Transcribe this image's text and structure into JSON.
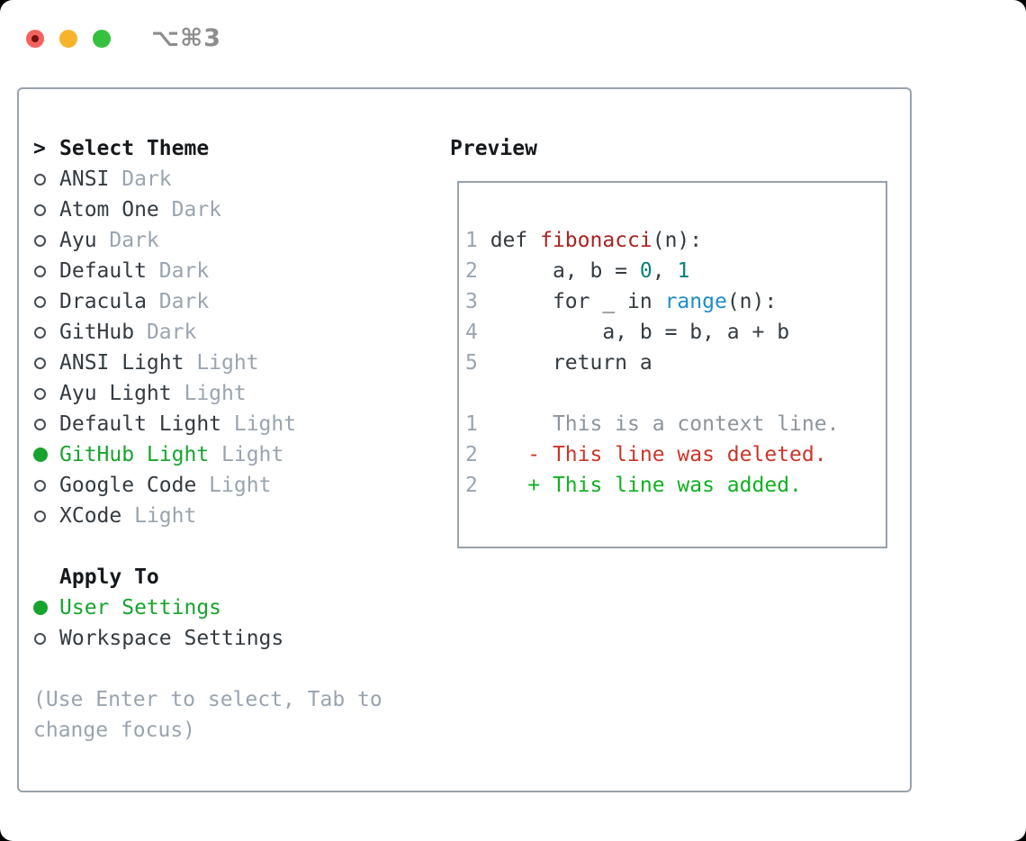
{
  "window": {
    "title": "⌥⌘3"
  },
  "traffic_lights": [
    {
      "name": "close",
      "color": "#f5615c"
    },
    {
      "name": "minimize",
      "color": "#f7b32b"
    },
    {
      "name": "zoom",
      "color": "#35c13f"
    }
  ],
  "colors": {
    "accent_green": "#17a42e",
    "border_gray": "#99a2ac",
    "text": "#343b41",
    "text_strong": "#16191c",
    "muted_gray": "#9aa4b0",
    "traffic_red": "#f5615c",
    "traffic_red_dot": "#6f1210",
    "traffic_yellow": "#f7b32b",
    "traffic_green": "#35c13f",
    "syntax_function_red": "#a82320",
    "syntax_number_teal": "#0e807c",
    "syntax_builtin_blue": "#1e8dc8",
    "diff_context_gray": "#8d959c",
    "diff_deleted_red": "#cb3629",
    "diff_added_green": "#11b022"
  },
  "theme_list": {
    "header_marker": ">",
    "header_label": "Select Theme",
    "items": [
      {
        "label": "ANSI",
        "variant": "Dark",
        "selected": false
      },
      {
        "label": "Atom One",
        "variant": "Dark",
        "selected": false
      },
      {
        "label": "Ayu",
        "variant": "Dark",
        "selected": false
      },
      {
        "label": "Default",
        "variant": "Dark",
        "selected": false
      },
      {
        "label": "Dracula",
        "variant": "Dark",
        "selected": false
      },
      {
        "label": "GitHub",
        "variant": "Dark",
        "selected": false
      },
      {
        "label": "ANSI Light",
        "variant": "Light",
        "selected": false
      },
      {
        "label": "Ayu Light",
        "variant": "Light",
        "selected": false
      },
      {
        "label": "Default Light",
        "variant": "Light",
        "selected": false
      },
      {
        "label": "GitHub Light",
        "variant": "Light",
        "selected": true
      },
      {
        "label": "Google Code",
        "variant": "Light",
        "selected": false
      },
      {
        "label": "XCode",
        "variant": "Light",
        "selected": false
      }
    ]
  },
  "apply_to": {
    "header": "Apply To",
    "options": [
      {
        "label": "User Settings",
        "selected": true
      },
      {
        "label": "Workspace Settings",
        "selected": false
      }
    ]
  },
  "help_text": "(Use Enter to select, Tab to change focus)",
  "preview": {
    "title": "Preview",
    "lines": [
      [
        [
          "1",
          "num"
        ],
        [
          " def ",
          "plain"
        ],
        [
          "fibonacci",
          "func"
        ],
        [
          "(n):",
          "plain"
        ]
      ],
      [
        [
          "2",
          "num"
        ],
        [
          "      a, b = ",
          "plain"
        ],
        [
          "0",
          "numlit"
        ],
        [
          ", ",
          "plain"
        ],
        [
          "1",
          "numlit"
        ]
      ],
      [
        [
          "3",
          "num"
        ],
        [
          "      for _ in ",
          "plain"
        ],
        [
          "range",
          "builtin"
        ],
        [
          "(n):",
          "plain"
        ]
      ],
      [
        [
          "4",
          "num"
        ],
        [
          "          a, b = b, a + b",
          "plain"
        ]
      ],
      [
        [
          "5",
          "num"
        ],
        [
          "      return a",
          "plain"
        ]
      ],
      [],
      [
        [
          "1",
          "num"
        ],
        [
          "      This is a context line.",
          "ctx"
        ]
      ],
      [
        [
          "2",
          "num"
        ],
        [
          "    - This line was deleted.",
          "del"
        ]
      ],
      [
        [
          "2",
          "num"
        ],
        [
          "    + This line was added.",
          "add"
        ]
      ]
    ]
  }
}
